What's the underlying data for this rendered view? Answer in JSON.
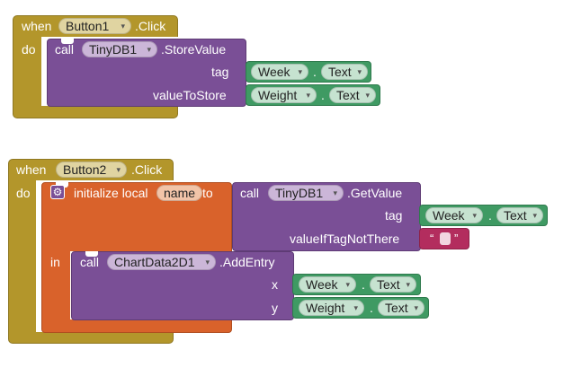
{
  "block1": {
    "when": "when",
    "component": "Button1",
    "event": ".Click",
    "do": "do",
    "call": "call",
    "db": "TinyDB1",
    "method": ".StoreValue",
    "tag_label": "tag",
    "value_label": "valueToStore",
    "tag_obj": "Week",
    "tag_prop": "Text",
    "value_obj": "Weight",
    "value_prop": "Text",
    "dot": "."
  },
  "block2": {
    "when": "when",
    "component": "Button2",
    "event": ".Click",
    "do": "do",
    "init": "initialize local",
    "var_name": "name",
    "to": "to",
    "call": "call",
    "db": "TinyDB1",
    "method": ".GetValue",
    "tag_label": "tag",
    "tag_obj": "Week",
    "tag_prop": "Text",
    "default_label": "valueIfTagNotThere",
    "in": "in",
    "chart": "ChartData2D1",
    "chart_method": ".AddEntry",
    "x_label": "x",
    "y_label": "y",
    "x_obj": "Week",
    "x_prop": "Text",
    "y_obj": "Weight",
    "y_prop": "Text",
    "dot": "."
  },
  "icons": {
    "dropdown": "▾",
    "open_quote": "“",
    "close_quote": "”",
    "gear": "⚙"
  }
}
